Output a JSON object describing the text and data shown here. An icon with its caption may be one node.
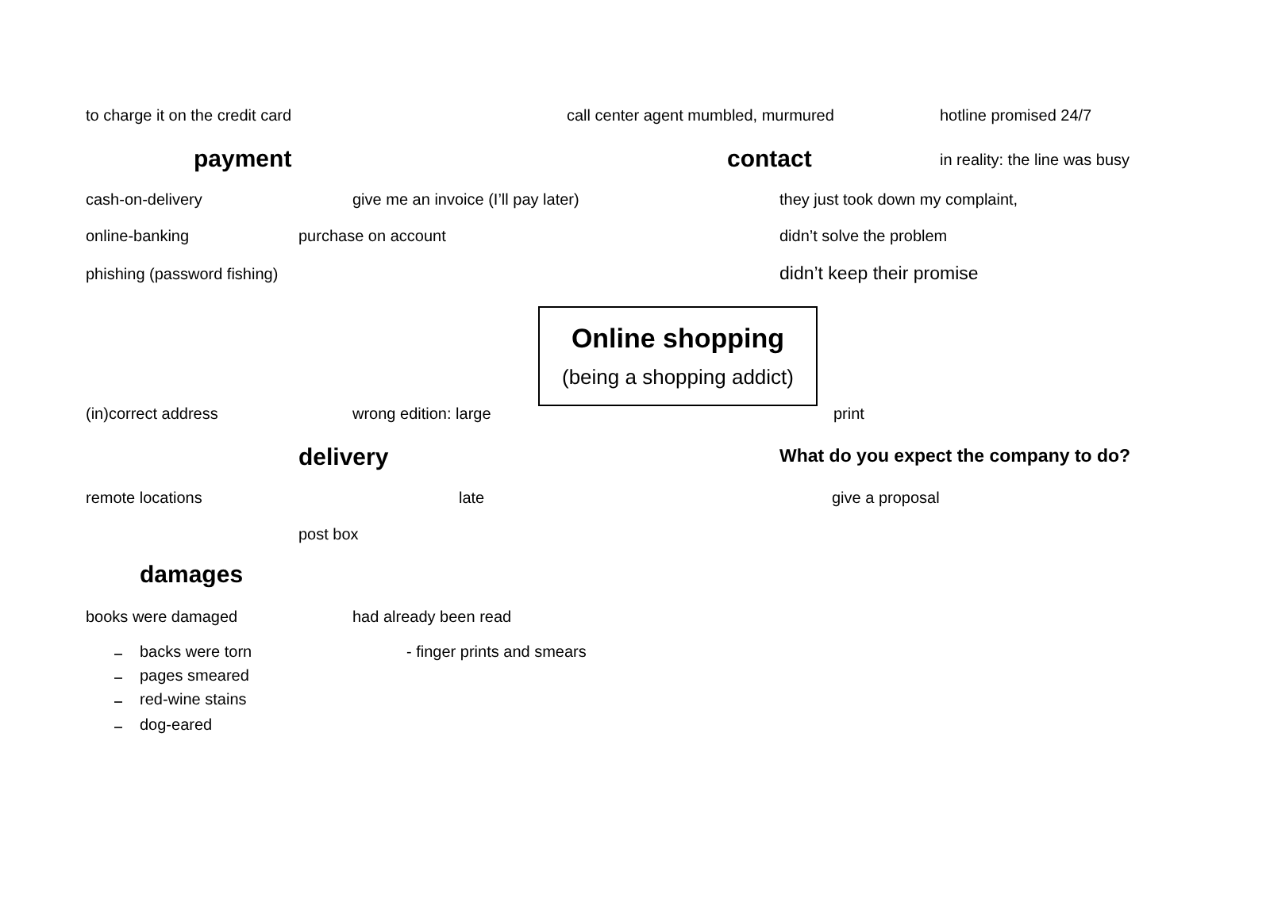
{
  "diagram": {
    "nodes": [
      {
        "text": [
          "Online shopping",
          "(being a shopping addict)"
        ]
      }
    ],
    "edges": [],
    "labels": [
      "to charge it on the credit card",
      "call center agent mumbled, murmured",
      "hotline promised 24/7",
      "payment",
      "contact",
      "in reality: the line was busy",
      "cash-on-delivery",
      "give me an invoice (I’ll pay later)",
      "they just took down my complaint,",
      "online-banking",
      "purchase on account",
      "didn’t solve the problem",
      "phishing (password fishing)",
      "didn’t keep their promise",
      "(in)correct address",
      "wrong edition: large",
      "print",
      "delivery",
      "What do you expect the company to do?",
      "remote locations",
      "late",
      "give a proposal",
      "post box",
      "damages",
      "books were damaged",
      "had already been read",
      "backs were torn",
      "- finger prints and smears",
      "pages smeared",
      "red-wine stains",
      "dog-eared"
    ]
  }
}
